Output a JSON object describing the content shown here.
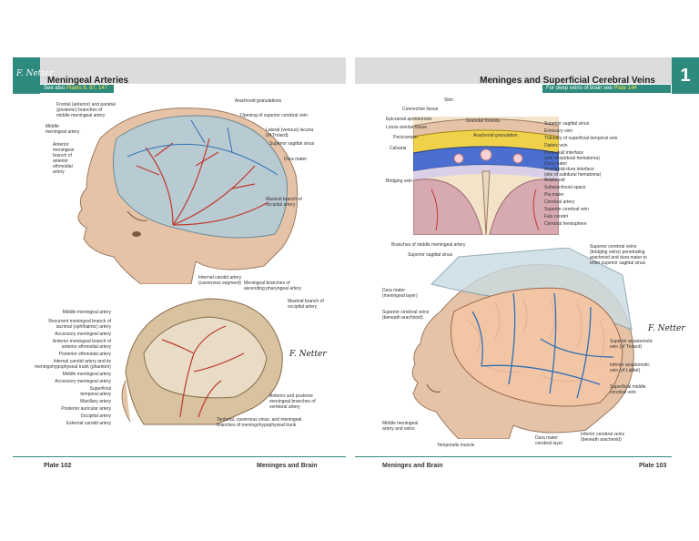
{
  "left_page": {
    "title": "Meningeal Arteries",
    "see_also_prefix": "See also",
    "see_also_plates": "Plates 8, 87, 147",
    "plate": "Plate 102",
    "section": "Meninges and Brain",
    "artist_mark": "F. Netter",
    "figure1_labels": [
      "Frontal (anterior) and parietal",
      "(posterior) branches of",
      "middle meningeal artery",
      "Middle",
      "meningeal artery",
      "Anterior",
      "meningeal",
      "branch of",
      "anterior",
      "ethmoidal",
      "artery",
      "Arachnoid granulations",
      "Opening of superior cerebral vein",
      "Lateral (venous) lacuna",
      "(of Trolard)",
      "Superior sagittal sinus",
      "Dura mater",
      "Mastoid branch of",
      "occipital artery"
    ],
    "figure2_labels_right": [
      "Internal carotid artery",
      "(cavernous segment)",
      "Meningeal branches of",
      "ascending pharyngeal artery",
      "Mastoid branch of",
      "occipital artery",
      "Anterior and posterior",
      "meningeal branches of",
      "vertebral artery",
      "Tentorial, cavernous sinus, and meningeal",
      "branches of meningohypophyseal trunk"
    ],
    "figure2_labels_left": [
      "Middle meningeal artery",
      "Recurrent meningeal branch of",
      "lacrimal (ophthalmic) artery",
      "Accessory meningeal artery",
      "Anterior meningeal branch of",
      "anterior ethmoidal artery",
      "Posterior ethmoidal artery",
      "Internal carotid artery and its",
      "meningohypophyseal trunk (phantom)",
      "Middle meningeal artery",
      "Accessory meningeal artery",
      "Superficial",
      "temporal artery",
      "Maxillary artery",
      "Posterior auricular artery",
      "Occipital artery",
      "External carotid artery"
    ]
  },
  "right_page": {
    "title": "Meninges and Superficial Cerebral Veins",
    "plate_number_badge": "1",
    "see_prefix": "For deep veins of brain see",
    "see_plate": "Plate 144",
    "plate": "Plate 103",
    "section": "Meninges and Brain",
    "artist_mark": "F. Netter",
    "figure1_labels_left": [
      "Skin",
      "Connective tissue",
      "Epicranial aponeurosis",
      "Loose areolar tissue",
      "Pericranium",
      "Calvaria",
      "Bridging vein",
      "Granular foveola",
      "Arachnoid granulation"
    ],
    "figure1_labels_right": [
      "Superior sagittal sinus",
      "Emissary vein",
      "Tributary of superficial temporal vein",
      "Diploic vein",
      "Dura-skull interface",
      "(site of epidural hematoma)",
      "Dura mater",
      "Arachnoid-dura interface",
      "(site of subdural hematoma)",
      "Arachnoid",
      "Subarachnoid space",
      "Pia mater",
      "Cerebral artery",
      "Superior cerebral vein",
      "Falx cerebri",
      "Cerebral hemisphere"
    ],
    "figure2_labels": [
      "Branches of middle meningeal artery",
      "Superior sagittal sinus",
      "Superior cerebral veins",
      "(bridging veins) penetrating",
      "arachnoid and dura mater to",
      "enter superior sagittal sinus",
      "Dura mater",
      "(meningeal layer)",
      "Superior cerebral veins",
      "(beneath arachnoid)",
      "Superior anastomotic",
      "vein (of Trolard)",
      "Inferior anastomotic",
      "vein (of Labbé)",
      "Superficial middle",
      "cerebral vein",
      "Middle meningeal",
      "artery and veins",
      "Temporalis muscle",
      "Dura mater",
      "cerebral layer",
      "Inferior cerebral veins",
      "(beneath arachnoid)"
    ]
  },
  "colors": {
    "accent": "#2f8a7e",
    "header_gray": "#dcdcdc",
    "highlight": "#ffe14a",
    "skin": "#e6c3a6",
    "dura": "#b9cbd2",
    "vessel_red": "#c0392b",
    "vein_blue": "#2f6fb5"
  }
}
